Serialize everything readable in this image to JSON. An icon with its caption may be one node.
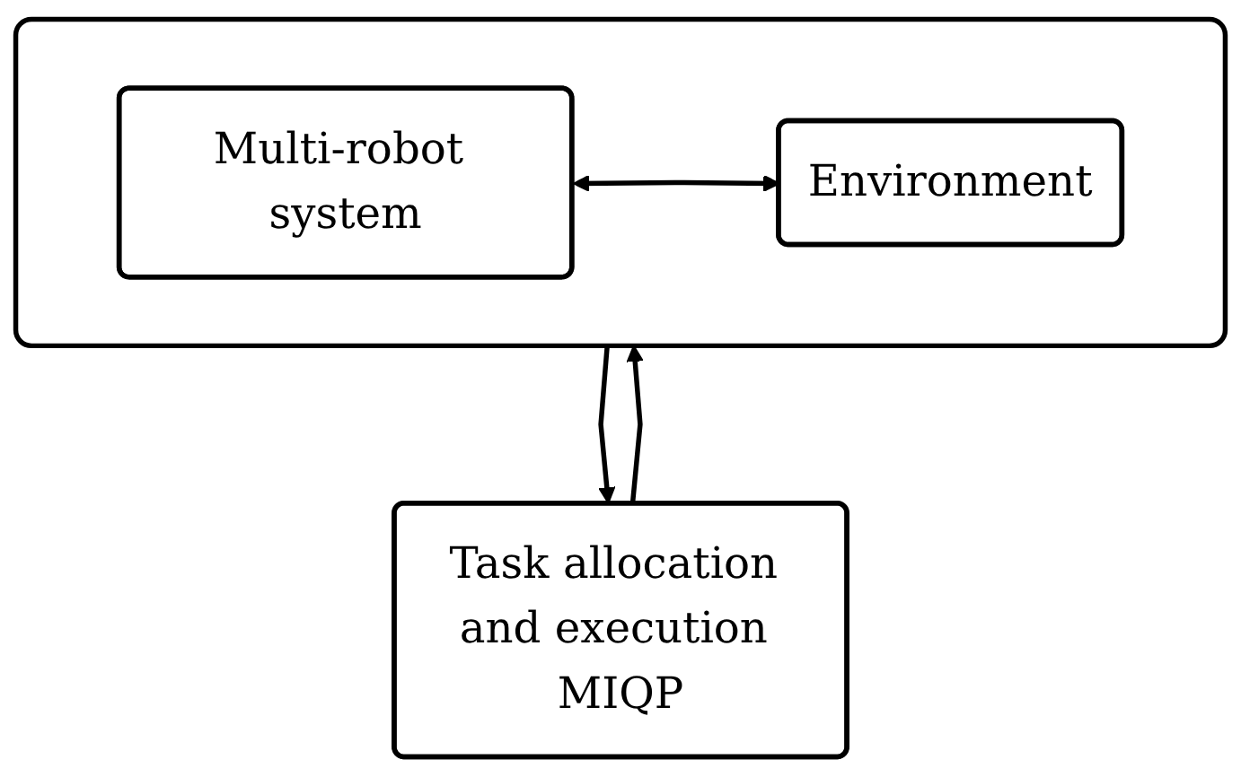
{
  "diagram": {
    "nodes": [
      {
        "text": [],
        "shape": "box"
      },
      {
        "text": [
          "Multi-robot system"
        ],
        "in": 0
      },
      {
        "text": [
          "Environment"
        ],
        "in": 0
      },
      {
        "text": [
          "Task allocation and execution MIQP"
        ]
      }
    ],
    "edges": [
      {
        "from": 1,
        "to": 2,
        "arrow": "both"
      },
      {
        "from": 0,
        "to": 3,
        "arrow": "to"
      },
      {
        "from": 3,
        "to": 0,
        "arrow": "to"
      }
    ]
  }
}
